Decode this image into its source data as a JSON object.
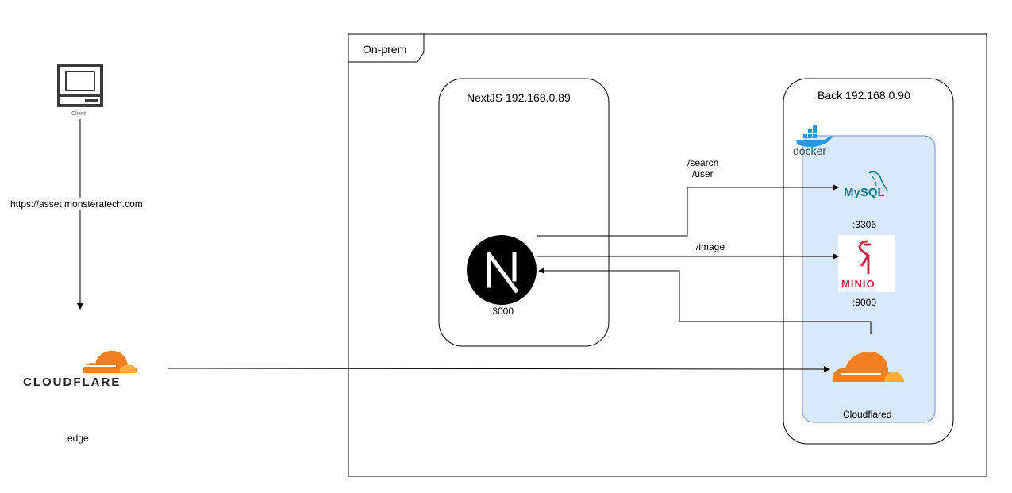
{
  "client": {
    "label": "Client"
  },
  "link": {
    "url": "https://asset.monsteratech.com"
  },
  "edge": {
    "logo_text": "CLOUDFLARE",
    "label": "edge"
  },
  "onprem": {
    "label": "On-prem"
  },
  "nextjs": {
    "title": "NextJS 192.168.0.89",
    "port": ":3000"
  },
  "back": {
    "title": "Back 192.168.0.90",
    "docker_label": "docker",
    "mysql_text": "MySQL",
    "mysql_port": ":3306",
    "minio_text": "MINIO",
    "minio_port": ":9000",
    "cloudflared_label": "Cloudflared"
  },
  "routes": {
    "search": "/search",
    "user": "/user",
    "image": "/image"
  },
  "colors": {
    "stroke": "#000000",
    "docker_fill": "#dae8fc",
    "docker_blue": "#2396ed",
    "cloudflare_orange": "#f38020",
    "cloudflare_light": "#faae40",
    "mysql_blue": "#00758f",
    "mysql_orange": "#f29111",
    "minio_red": "#c72c48"
  }
}
